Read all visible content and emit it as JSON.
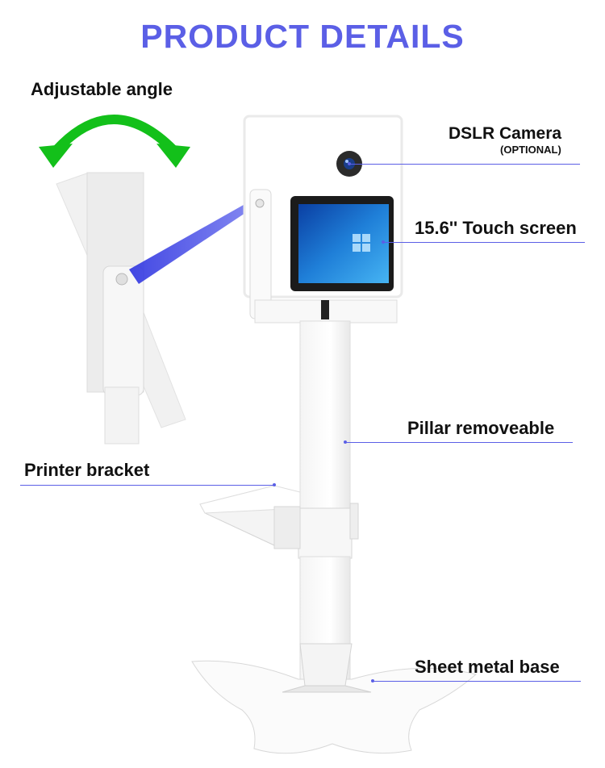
{
  "header": {
    "title": "PRODUCT DETAILS"
  },
  "colors": {
    "title": "#5b5fe6",
    "leader_line": "#5b5fe6",
    "arrow_green": "#13c01a",
    "callout_beam": "#3a3fe8",
    "screen_blue": "#1f7fd8",
    "device_white": "#ffffff",
    "device_shadow": "#e4e4e4"
  },
  "callouts": {
    "adjustable_angle": "Adjustable angle",
    "dslr_camera": "DSLR Camera",
    "dslr_optional": "(OPTIONAL)",
    "touch_screen": "15.6'' Touch screen",
    "pillar": "Pillar removeable",
    "printer_bracket": "Printer bracket",
    "base": "Sheet metal base"
  },
  "icons": {
    "angle_arrow": "double-curved-arrow",
    "screen_logo": "windows-logo"
  }
}
